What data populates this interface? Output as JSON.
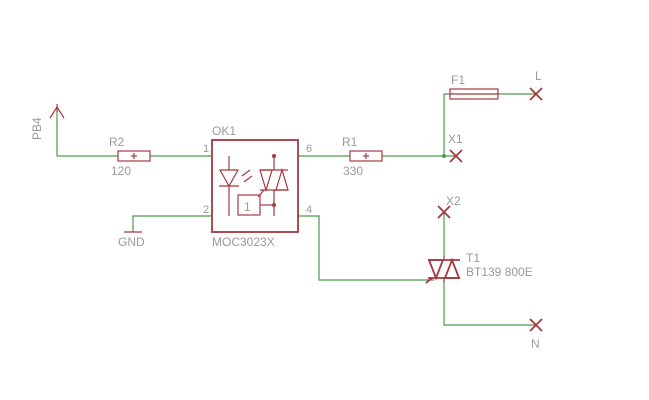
{
  "nets": {
    "pb4": "PB4",
    "gnd": "GND",
    "l": "L",
    "n": "N"
  },
  "parts": {
    "r2": {
      "name": "R2",
      "value": "120"
    },
    "r1": {
      "name": "R1",
      "value": "330"
    },
    "f1": {
      "name": "F1"
    },
    "ok1": {
      "name": "OK1",
      "value": "MOC3023X",
      "inner": "1"
    },
    "x1": {
      "name": "X1"
    },
    "x2": {
      "name": "X2"
    },
    "t1": {
      "name": "T1",
      "value": "BT139 800E"
    }
  },
  "pins": {
    "p1": "1",
    "p2": "2",
    "p4": "4",
    "p6": "6"
  },
  "colors": {
    "wire": "#4e9a4e",
    "part": "#a4393f",
    "label": "#9a9a9a"
  }
}
